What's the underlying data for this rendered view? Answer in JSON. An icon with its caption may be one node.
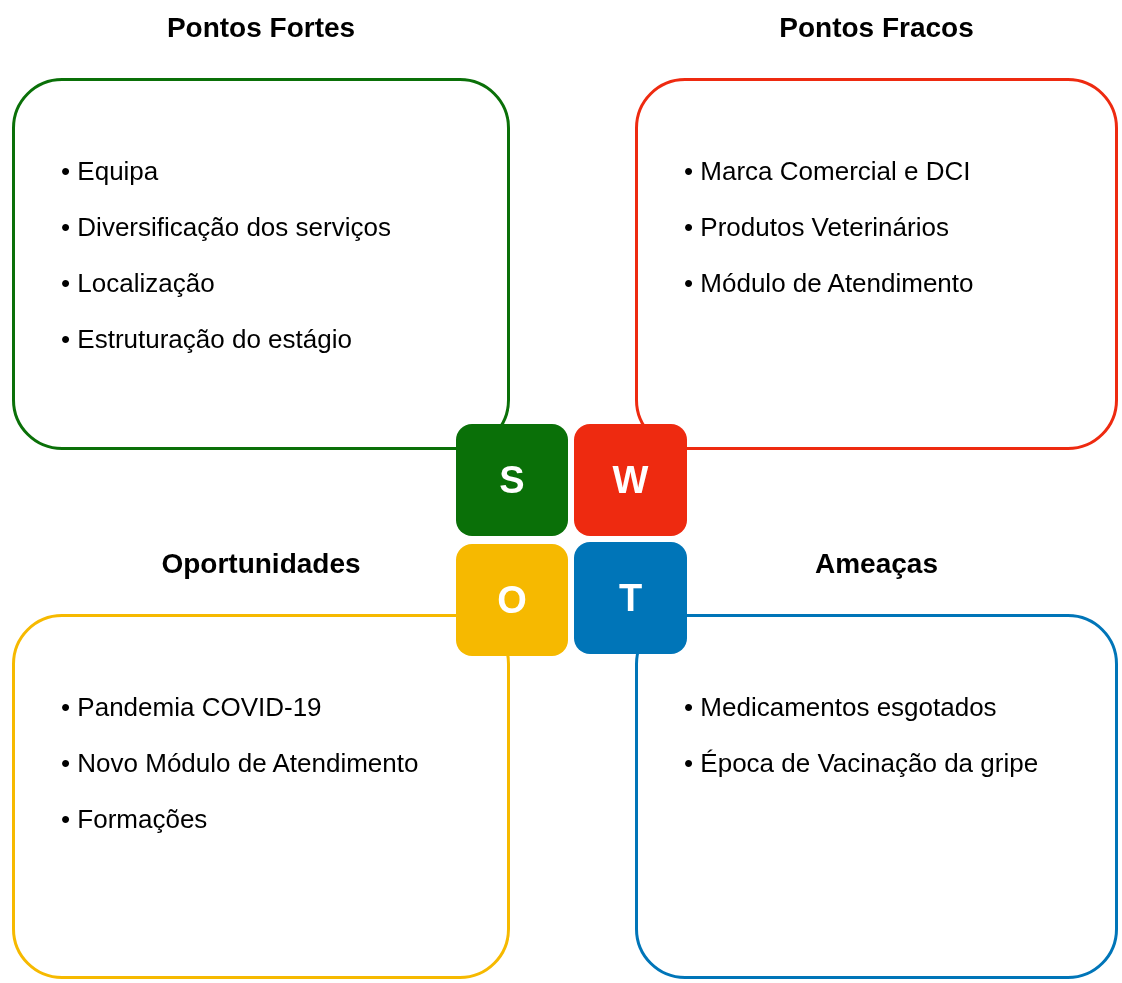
{
  "diagram": {
    "nodes": [
      {
        "text": [
          "Pontos Fortes",
          "• Equipa",
          "• Diversificação dos serviços",
          "• Localização",
          "• Estruturação do estágio"
        ]
      },
      {
        "text": [
          "Pontos Fracos",
          "• Marca Comercial e DCI",
          "• Produtos Veterinários",
          "• Módulo de Atendimento"
        ]
      },
      {
        "text": [
          "S"
        ]
      },
      {
        "text": [
          "W"
        ]
      },
      {
        "text": [
          "O"
        ]
      },
      {
        "text": [
          "T"
        ]
      },
      {
        "text": [
          "Oportunidades",
          "• Pandemia COVID-19",
          "• Novo Módulo de Atendimento",
          "• Formações"
        ]
      },
      {
        "text": [
          "Ameaças",
          "• Medicamentos esgotados",
          "• Época de Vacinação da gripe"
        ]
      }
    ],
    "edges": []
  }
}
